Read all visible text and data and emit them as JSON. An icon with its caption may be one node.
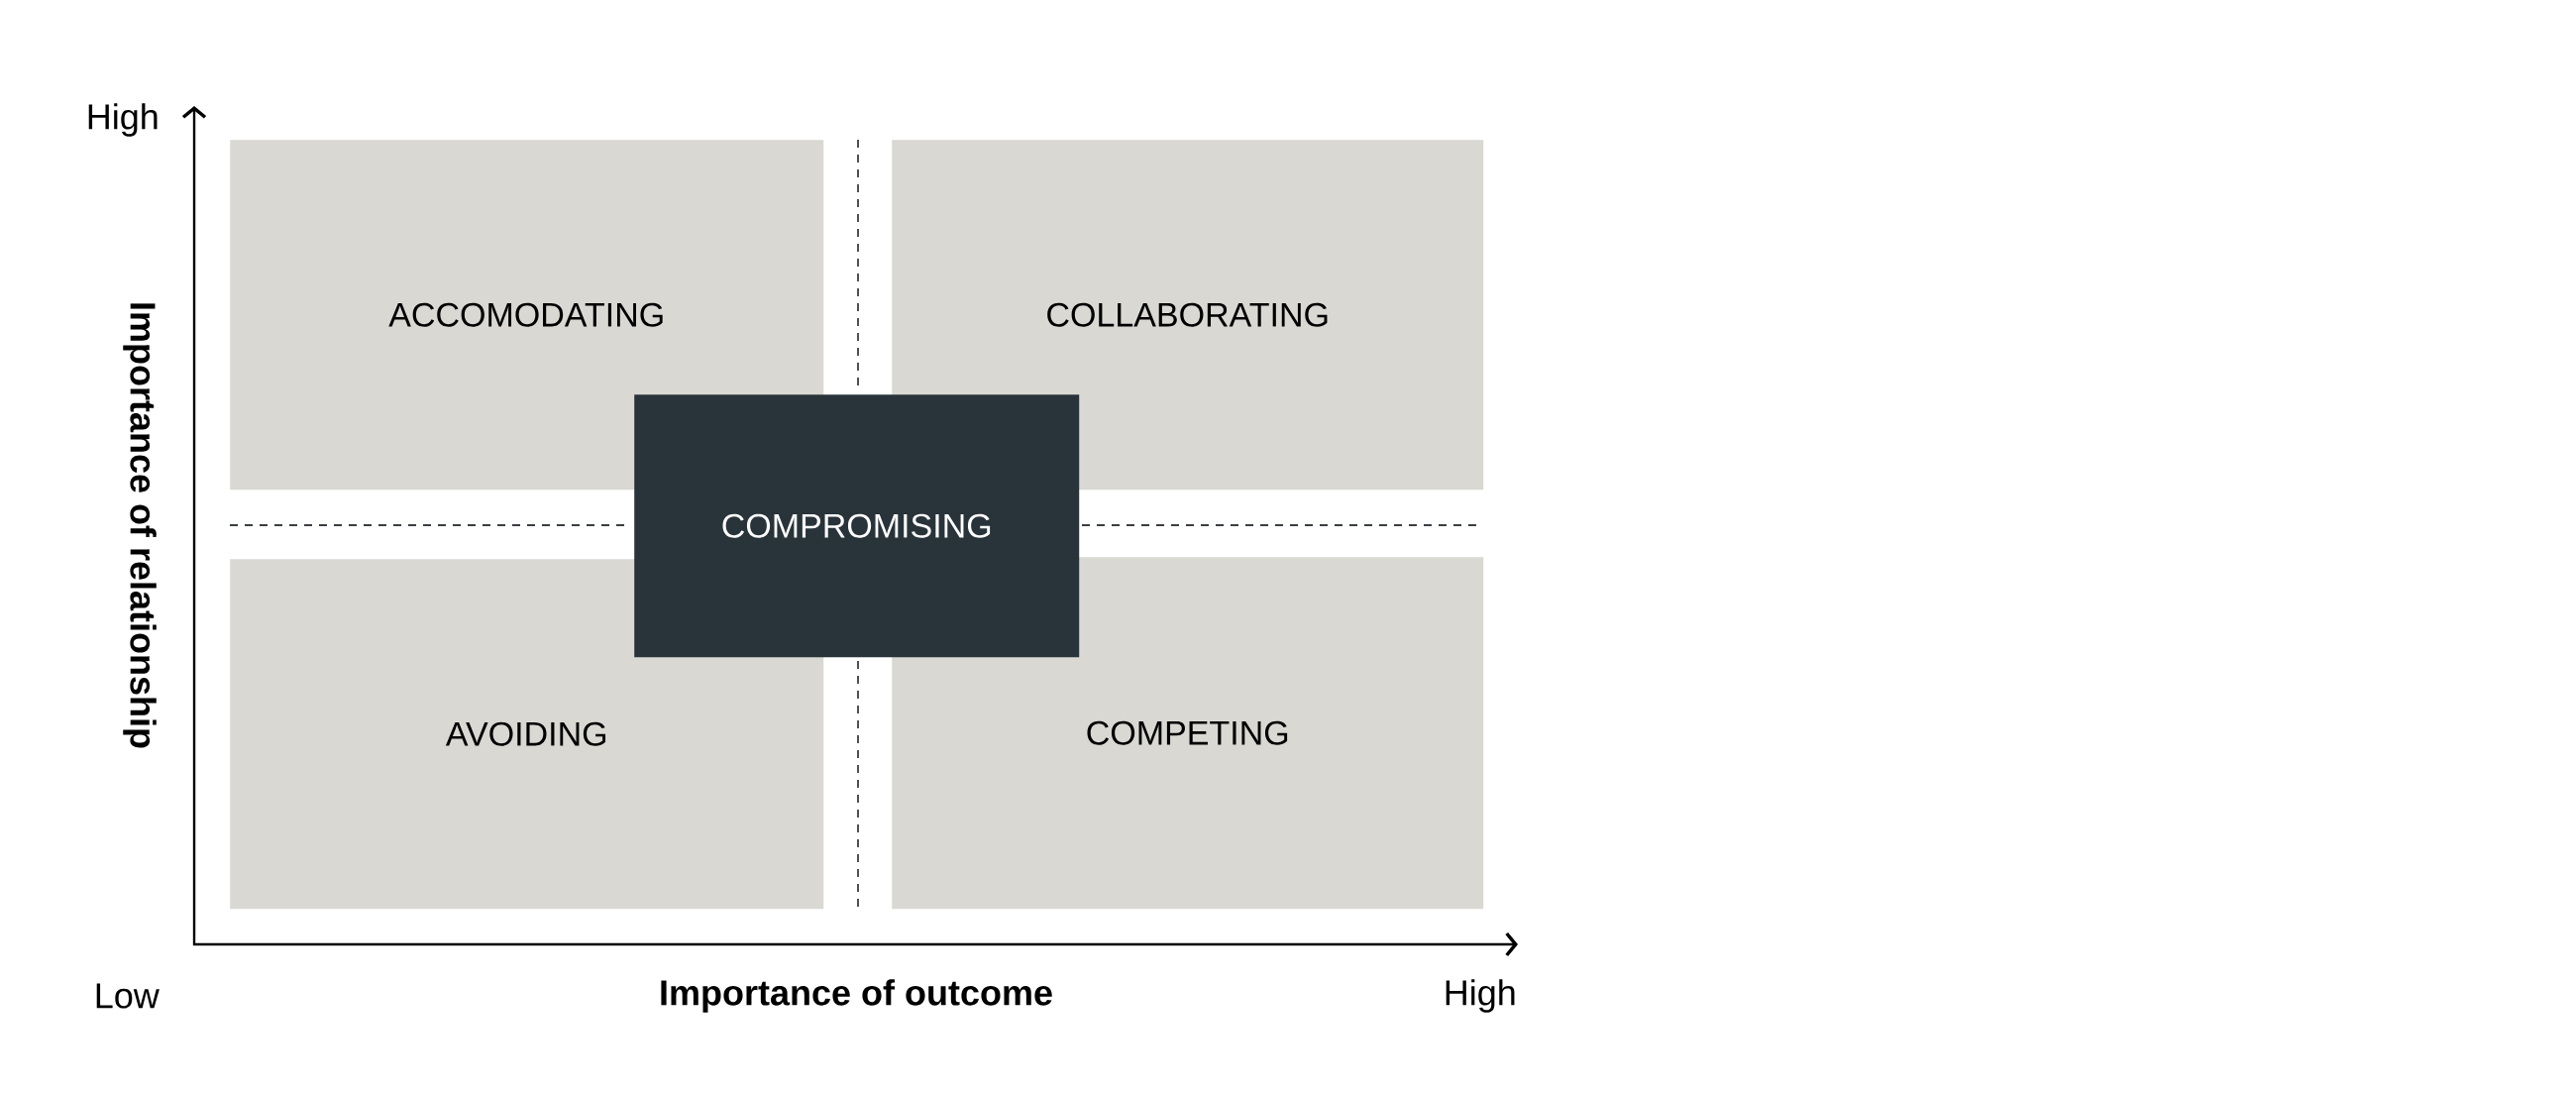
{
  "diagram": {
    "nodes": [
      {
        "text": [
          "ACCOMODATING"
        ]
      },
      {
        "text": [
          "COLLABORATING"
        ]
      },
      {
        "text": [
          "COMPROMISING"
        ]
      },
      {
        "text": [
          "AVOIDING"
        ]
      },
      {
        "text": [
          "COMPETING"
        ]
      }
    ],
    "labels": [
      "High",
      "Importance of relationship",
      "Low",
      "Importance of outcome",
      "High"
    ]
  }
}
